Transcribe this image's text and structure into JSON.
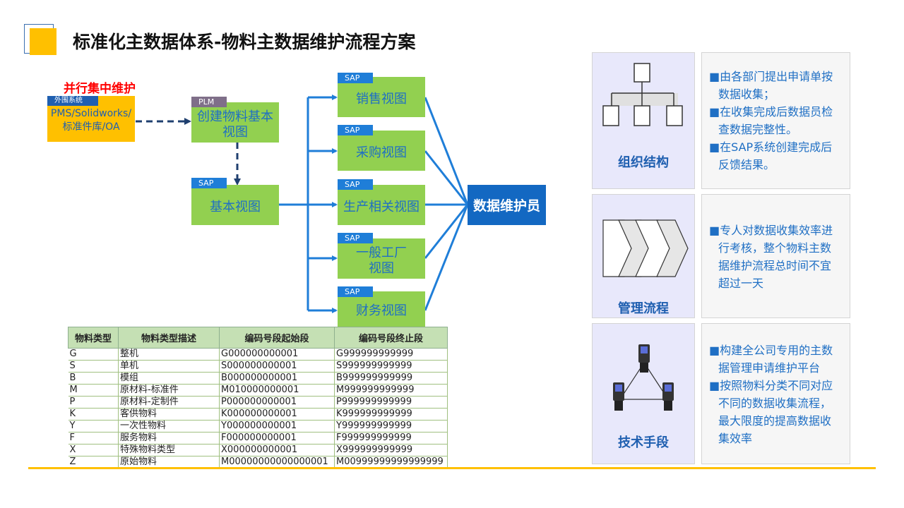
{
  "title": "标准化主数据体系-物料主数据维护流程方案",
  "parallel_label": "并行集中维护",
  "external": {
    "tag": "外围系统",
    "line1": "PMS/Solidworks/",
    "line2": "标准件库/OA"
  },
  "plm_box": {
    "tag": "PLM",
    "line1": "创建物料基本",
    "line2": "视图"
  },
  "basic_view": {
    "tag": "SAP",
    "label": "基本视图"
  },
  "sap_views": [
    {
      "tag": "SAP",
      "label": "销售视图"
    },
    {
      "tag": "SAP",
      "label": "采购视图"
    },
    {
      "tag": "SAP",
      "label": "生产相关视图"
    },
    {
      "tag": "SAP",
      "line1": "一般工厂",
      "line2": "视图"
    },
    {
      "tag": "SAP",
      "label": "财务视图"
    }
  ],
  "maintainer": "数据维护员",
  "panels": [
    {
      "label": "组织结构",
      "icon": "org-chart-icon",
      "bullets": [
        "■由各部门提出申请单按",
        "数据收集；",
        "■在收集完成后数据员检",
        "查数据完整性。",
        "■在SAP系统创建完成后",
        "反馈结果。"
      ]
    },
    {
      "label": "管理流程",
      "icon": "process-chevrons-icon",
      "bullets": [
        "■专人对数据收集效率进",
        "行考核，整个物料主数",
        "据维护流程总时间不宜",
        "超过一天"
      ]
    },
    {
      "label": "技术手段",
      "icon": "network-devices-icon",
      "bullets": [
        "■构建全公司专用的主数",
        "据管理申请维护平台",
        "■按照物料分类不同对应",
        "不同的数据收集流程，",
        "最大限度的提高数据收",
        "集效率"
      ]
    }
  ],
  "table": {
    "headers": [
      "物料类型",
      "物料类型描述",
      "编码号段起始段",
      "编码号段终止段"
    ],
    "rows": [
      [
        "G",
        "整机",
        "G000000000001",
        "G999999999999"
      ],
      [
        "S",
        "单机",
        "S000000000001",
        "S999999999999"
      ],
      [
        "B",
        "模组",
        "B000000000001",
        "B999999999999"
      ],
      [
        "M",
        "原材料-标准件",
        "M010000000001",
        "M999999999999"
      ],
      [
        "P",
        "原材料-定制件",
        "P000000000001",
        "P999999999999"
      ],
      [
        "K",
        "客供物料",
        "K000000000001",
        "K999999999999"
      ],
      [
        "Y",
        "一次性物料",
        "Y000000000001",
        "Y999999999999"
      ],
      [
        "F",
        "服务物料",
        "F000000000001",
        "F999999999999"
      ],
      [
        "X",
        "特殊物料类型",
        "X000000000001",
        "X999999999999"
      ],
      [
        "Z",
        "原始物料",
        "M00000000000000001",
        "M00999999999999999"
      ]
    ]
  },
  "colors": {
    "accent_yellow": "#ffc000",
    "green": "#92d050",
    "blue": "#1368c2",
    "red": "#ff0000"
  }
}
